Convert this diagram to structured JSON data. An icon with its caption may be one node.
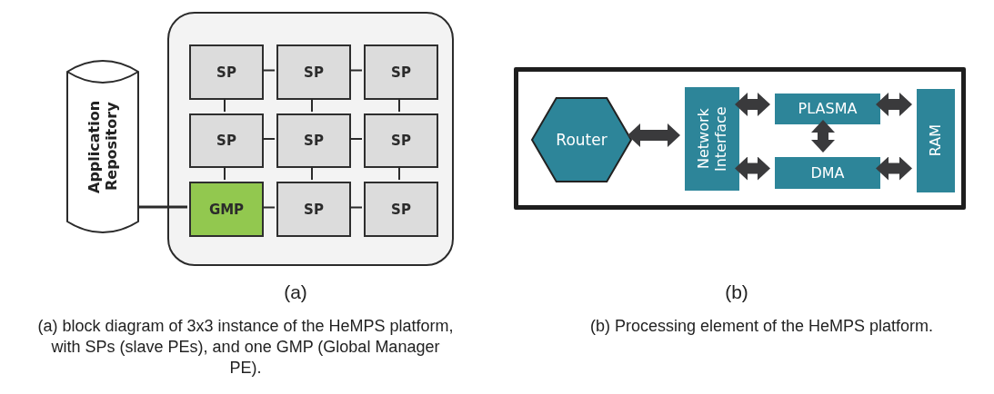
{
  "diagram": {
    "nodes": [
      {
        "text": [
          "Application Repository"
        ]
      },
      {
        "text": [],
        "shape": "box"
      },
      {
        "text": [
          "SP"
        ],
        "in": 1
      },
      {
        "text": [
          "SP"
        ],
        "in": 1
      },
      {
        "text": [
          "SP"
        ],
        "in": 1
      },
      {
        "text": [
          "SP"
        ],
        "in": 1
      },
      {
        "text": [
          "SP"
        ],
        "in": 1
      },
      {
        "text": [
          "SP"
        ],
        "in": 1
      },
      {
        "text": [
          "GMP"
        ],
        "in": 1
      },
      {
        "text": [
          "SP"
        ],
        "in": 1
      },
      {
        "text": [
          "SP"
        ],
        "in": 1
      },
      {
        "text": [],
        "shape": "box"
      },
      {
        "text": [
          "Router"
        ],
        "in": 11
      },
      {
        "text": [
          "Network Interface"
        ],
        "in": 11
      },
      {
        "text": [
          "PLASMA"
        ],
        "in": 11
      },
      {
        "text": [
          "DMA"
        ],
        "in": 11
      },
      {
        "text": [
          "RAM"
        ],
        "in": 11
      }
    ],
    "edges": [
      {
        "from": 0,
        "to": 8,
        "arrow": "none"
      },
      {
        "from": 2,
        "to": 3,
        "arrow": "none"
      },
      {
        "from": 3,
        "to": 4,
        "arrow": "none"
      },
      {
        "from": 2,
        "to": 5,
        "arrow": "none"
      },
      {
        "from": 3,
        "to": 6,
        "arrow": "none"
      },
      {
        "from": 4,
        "to": 7,
        "arrow": "none"
      },
      {
        "from": 5,
        "to": 6,
        "arrow": "none"
      },
      {
        "from": 6,
        "to": 7,
        "arrow": "none"
      },
      {
        "from": 5,
        "to": 8,
        "arrow": "none"
      },
      {
        "from": 6,
        "to": 9,
        "arrow": "none"
      },
      {
        "from": 7,
        "to": 10,
        "arrow": "none"
      },
      {
        "from": 8,
        "to": 9,
        "arrow": "none"
      },
      {
        "from": 9,
        "to": 10,
        "arrow": "none"
      },
      {
        "from": 12,
        "to": 13,
        "arrow": "both",
        "style": "thick"
      },
      {
        "from": 13,
        "to": 14,
        "arrow": "both",
        "style": "thick"
      },
      {
        "from": 13,
        "to": 15,
        "arrow": "both",
        "style": "thick"
      },
      {
        "from": 14,
        "to": 15,
        "arrow": "both",
        "style": "thick"
      },
      {
        "from": 14,
        "to": 16,
        "arrow": "both",
        "style": "thick"
      },
      {
        "from": 15,
        "to": 16,
        "arrow": "both",
        "style": "thick"
      }
    ],
    "labels": [
      "(a)",
      "(b)",
      "(a) block diagram of 3x3 instance of the HeMPS platform, with SPs (slave PEs), and one GMP (Global Manager PE).",
      "(b) Processing element of the HeMPS platform."
    ]
  }
}
